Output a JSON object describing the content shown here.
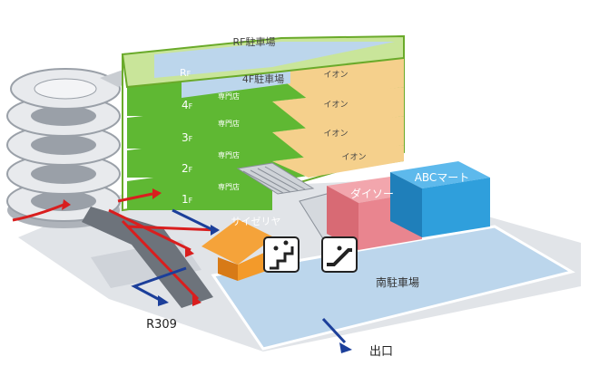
{
  "map": {
    "rooftop_parking": "RF駐車場",
    "floor4_parking": "4F駐車場",
    "floor_rf": "R",
    "floor_rf_suffix": "F",
    "floors": [
      {
        "num": "4",
        "suffix": "F",
        "tenant": "専門店",
        "anchor": "イオン"
      },
      {
        "num": "3",
        "suffix": "F",
        "tenant": "専門店",
        "anchor": "イオン"
      },
      {
        "num": "2",
        "suffix": "F",
        "tenant": "専門店",
        "anchor": "イオン"
      },
      {
        "num": "1",
        "suffix": "F",
        "tenant": "専門店",
        "anchor": "イオン"
      }
    ],
    "daiso": "ダイソー",
    "abc_mart": "ABCマート",
    "saizeriya": "サイゼリヤ",
    "south_parking": "南駐車場",
    "road_exit": "R309",
    "exit": "出口",
    "icons": [
      "stairs-icon",
      "escalator-icon"
    ],
    "colors": {
      "green_floor": "#5fb833",
      "light_green": "#c9e59a",
      "aeon_tan": "#f5d08c",
      "parking_blue": "#b9d4ea",
      "ground": "#d9dde2",
      "daiso_pink": "#e9858f",
      "abc_blue": "#2f9fdc",
      "saizeriya_orange": "#f39a2a",
      "entry_arrow": "#d91e1e",
      "exit_arrow": "#1c3f9a"
    }
  }
}
